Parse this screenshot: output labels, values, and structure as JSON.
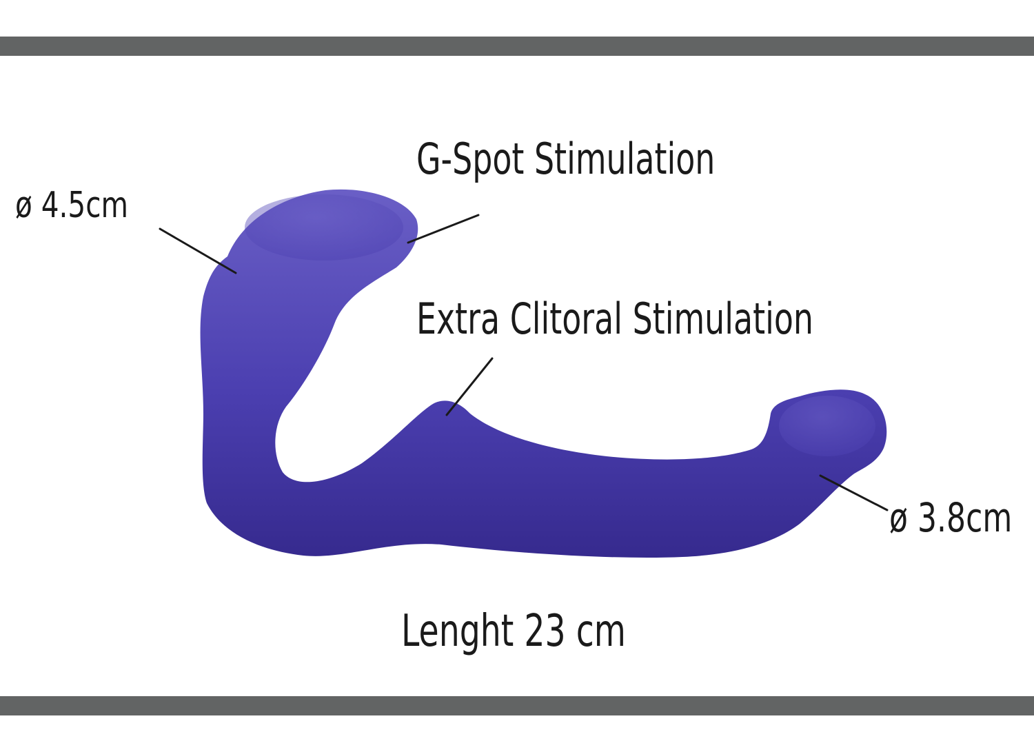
{
  "colors": {
    "bar": "#626464",
    "product": "#4b3fb0",
    "product_highlight": "#6a5fc6",
    "product_shadow": "#362a8e",
    "leader_line": "#1a1a1a",
    "background": "#ffffff"
  },
  "labels": {
    "diameter_left": "ø 4.5cm",
    "gspot": "G-Spot Stimulation",
    "clitoral": "Extra Clitoral Stimulation",
    "diameter_right": "ø 3.8cm",
    "length": "Lenght 23 cm"
  }
}
